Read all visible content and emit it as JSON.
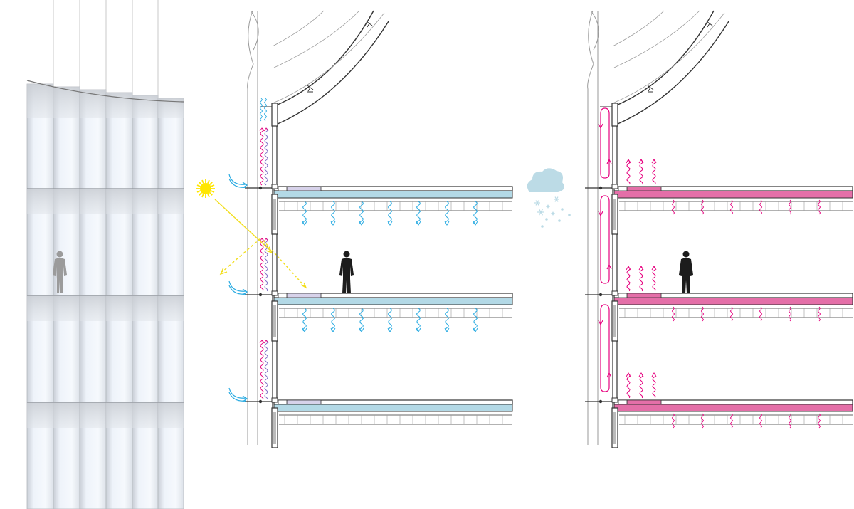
{
  "diagram": {
    "panels": [
      {
        "id": "facade-elevation",
        "kind": "elevation"
      },
      {
        "id": "section-summer",
        "kind": "section",
        "season_icon": "sun-icon",
        "floor_fluid_color": "#b3d9e6",
        "flow_color": "#29abe2"
      },
      {
        "id": "section-winter",
        "kind": "section",
        "season_icon": "cloud-snow-icon",
        "floor_fluid_color": "#e46fa8",
        "flow_color": "#e6007e"
      }
    ],
    "colors": {
      "line": "#333333",
      "thin_line": "#9a9a9a",
      "glass": "#eef4fb",
      "glass_shade": "#d7dce2",
      "sun": "#ffe600",
      "sun_ray": "#f2de1d",
      "air_blue": "#29abe2",
      "heat_magenta": "#e6007e",
      "cloud": "#bcdbe6",
      "person": "#1c1c1c",
      "person_ghost": "#9b9b9b"
    }
  }
}
